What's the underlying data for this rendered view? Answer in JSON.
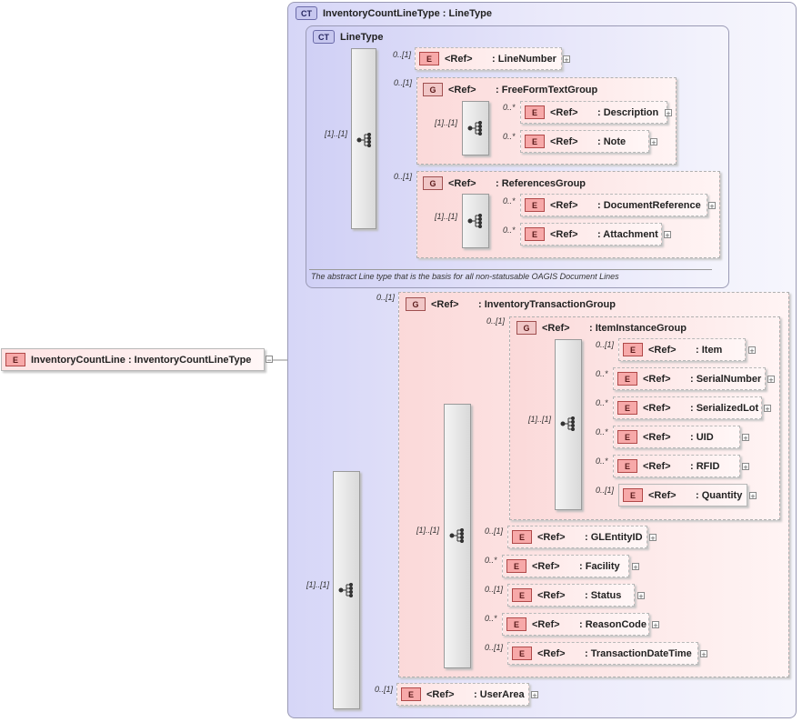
{
  "ref_label": "<Ref>",
  "root": {
    "badge": "E",
    "text": "InventoryCountLine : InventoryCountLineType"
  },
  "ct_outer": {
    "badge": "CT",
    "text": "InventoryCountLineType : LineType"
  },
  "ct_inner": {
    "badge": "CT",
    "text": "LineType"
  },
  "annotation": "The abstract Line type that is the basis for all non-statusable OAGIS Document Lines",
  "line_number": {
    "badge": "E",
    "name": ": LineNumber",
    "card": "0..[1]"
  },
  "freeform_group": {
    "badge": "G",
    "name": ": FreeFormTextGroup",
    "card": "0..[1]",
    "seq_card": "[1]..[1]"
  },
  "description": {
    "badge": "E",
    "name": ": Description",
    "card": "0..*"
  },
  "note": {
    "badge": "E",
    "name": ": Note",
    "card": "0..*"
  },
  "references_group": {
    "badge": "G",
    "name": ": ReferencesGroup",
    "card": "0..[1]",
    "seq_card": "[1]..[1]"
  },
  "document_reference": {
    "badge": "E",
    "name": ": DocumentReference",
    "card": "0..*"
  },
  "attachment": {
    "badge": "E",
    "name": ": Attachment",
    "card": "0..*"
  },
  "linetype_seq_card": "[1]..[1]",
  "main_seq_card": "[1]..[1]",
  "inv_txn_group": {
    "badge": "G",
    "name": ": InventoryTransactionGroup",
    "card": "0..[1]",
    "seq_card": "[1]..[1]"
  },
  "item_instance_group": {
    "badge": "G",
    "name": ": ItemInstanceGroup",
    "card": "0..[1]",
    "seq_card": "[1]..[1]"
  },
  "item": {
    "badge": "E",
    "name": ": Item",
    "card": "0..[1]"
  },
  "serial_number": {
    "badge": "E",
    "name": ": SerialNumber",
    "card": "0..*"
  },
  "serialized_lot": {
    "badge": "E",
    "name": ": SerializedLot",
    "card": "0..*"
  },
  "uid": {
    "badge": "E",
    "name": ": UID",
    "card": "0..*"
  },
  "rfid": {
    "badge": "E",
    "name": ": RFID",
    "card": "0..*"
  },
  "quantity": {
    "badge": "E",
    "name": ": Quantity",
    "card": "0..[1]"
  },
  "gl_entity_id": {
    "badge": "E",
    "name": ": GLEntityID",
    "card": "0..[1]"
  },
  "facility": {
    "badge": "E",
    "name": ": Facility",
    "card": "0..*"
  },
  "status": {
    "badge": "E",
    "name": ": Status",
    "card": "0..[1]"
  },
  "reason_code": {
    "badge": "E",
    "name": ": ReasonCode",
    "card": "0..*"
  },
  "transaction_date_time": {
    "badge": "E",
    "name": ": TransactionDateTime",
    "card": "0..[1]"
  },
  "user_area": {
    "badge": "E",
    "name": ": UserArea",
    "card": "0..[1]"
  },
  "colors": {
    "element_fill": "#fde3e3",
    "group_fill": "#fbd9d9",
    "complex_type_fill": "#d6d6f7",
    "badge_e": "#f7a9a9"
  },
  "icons": {
    "sequence": "sequence-compositor-icon",
    "expand": "expand-plus-icon",
    "collapse": "collapse-minus-icon"
  }
}
